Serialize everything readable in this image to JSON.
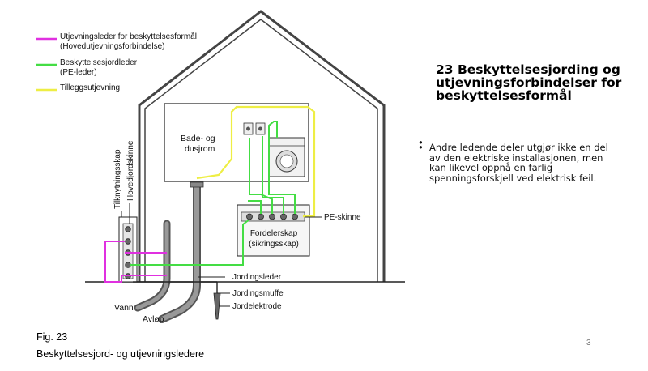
{
  "slide": {
    "title": "23 Beskyttelsesjording og utjevningsforbindelser for beskyttelsesformål",
    "bullets": [
      "",
      "Andre ledende deler utgjør ikke en del av den elektriske installasjonen, men kan likevel oppnå en farlig spenningsforskjell ved elektrisk feil."
    ],
    "page_number": "3"
  },
  "figure": {
    "caption_number": "Fig. 23",
    "caption_text": "Beskyttelsesjord- og utjevningsledere",
    "legend": [
      {
        "line1": "Utjevningsleder for beskyttelsesformål",
        "line2": "(Hovedutjevningsforbindelse)",
        "color": "#e030e0"
      },
      {
        "line1": "Beskyttelsesjordleder",
        "line2": "(PE-leder)",
        "color": "#44dd44"
      },
      {
        "line1": "Tilleggsutjevning",
        "line2": "",
        "color": "#eeee44"
      }
    ],
    "labels": {
      "bath_line1": "Bade- og",
      "bath_line2": "dusjrom",
      "pe_rail": "PE-skinne",
      "panel_line1": "Fordelerskap",
      "panel_line2": "(sikringsskap)",
      "connection_box": "Tilknytningsskap",
      "main_earth_bar": "Hovedjordskinne",
      "earth_conductor": "Jordingsleder",
      "earth_sleeve": "Jordingsmuffe",
      "earth_electrode": "Jordelektrode",
      "water": "Vann",
      "drain": "Avløp"
    }
  }
}
